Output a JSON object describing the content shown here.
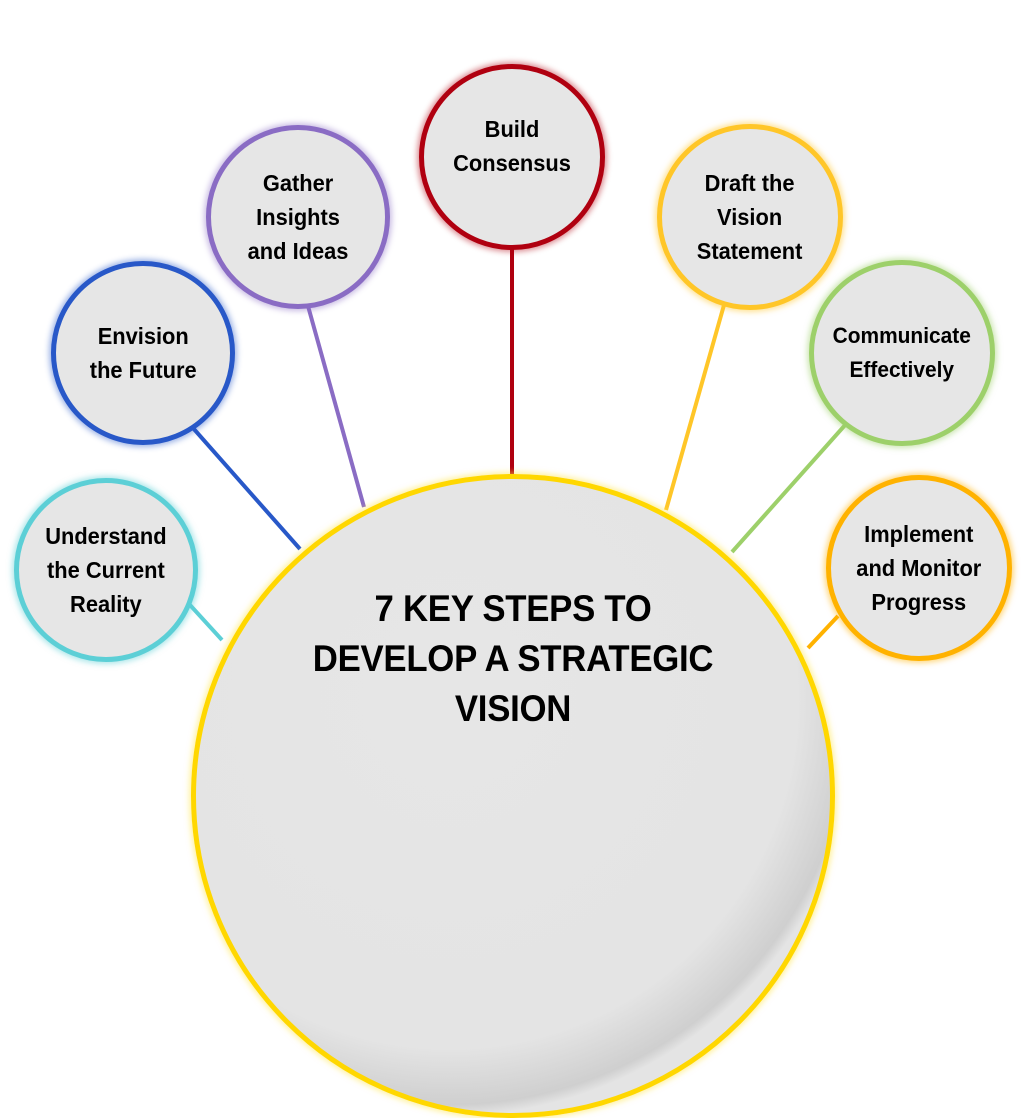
{
  "diagram": {
    "type": "hub-and-spoke",
    "title": "7 KEY STEPS TO DEVELOP A STRATEGIC VISION",
    "title_lines": [
      "7 KEY STEPS TO",
      "DEVELOP A STRATEGIC",
      "VISION"
    ],
    "hub": {
      "border_color": "#ffd700",
      "fill_color": "#e4e4e4"
    },
    "steps": [
      {
        "order": 1,
        "label": "Understand\nthe Current\nReality",
        "color": "#5ccfd6"
      },
      {
        "order": 2,
        "label": "Envision\nthe Future",
        "color": "#2858c8"
      },
      {
        "order": 3,
        "label": "Gather\nInsights\nand Ideas",
        "color": "#8a6cc4"
      },
      {
        "order": 4,
        "label": "Build\nConsensus",
        "color": "#b00010"
      },
      {
        "order": 5,
        "label": "Draft the\nVision\nStatement",
        "color": "#ffc628"
      },
      {
        "order": 6,
        "label": "Communicate\nEffectively",
        "color": "#9dd06a"
      },
      {
        "order": 7,
        "label": "Implement\nand Monitor\nProgress",
        "color": "#ffb200"
      }
    ]
  }
}
